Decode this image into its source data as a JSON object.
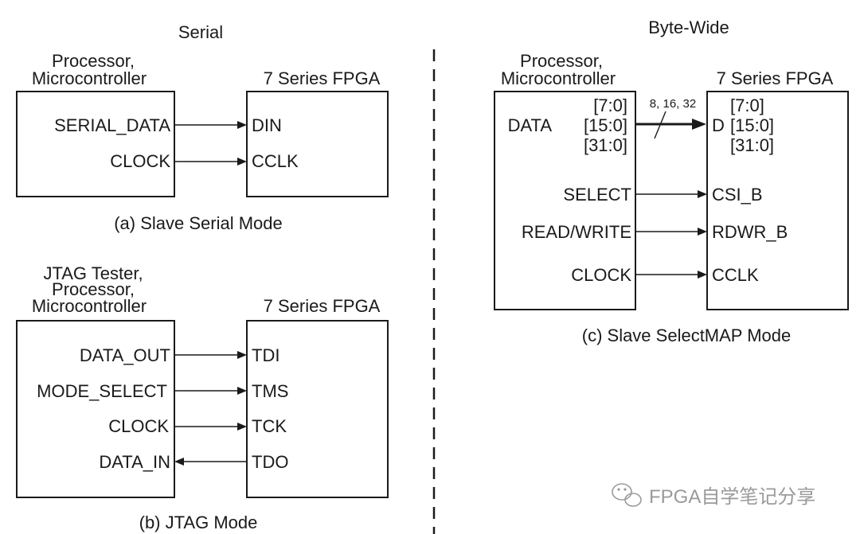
{
  "headings": {
    "serial": "Serial",
    "byte_wide": "Byte-Wide"
  },
  "panel_a": {
    "host": [
      "Processor,",
      "Microcontroller"
    ],
    "fpga": "7 Series FPGA",
    "host_pins": [
      "SERIAL_DATA",
      "CLOCK"
    ],
    "fpga_pins": [
      "DIN",
      "CCLK"
    ],
    "caption": "(a) Slave Serial Mode"
  },
  "panel_b": {
    "host": [
      "JTAG Tester,",
      "Processor,",
      "Microcontroller"
    ],
    "fpga": "7 Series FPGA",
    "host_pins": [
      "DATA_OUT",
      "MODE_SELECT",
      "CLOCK",
      "DATA_IN"
    ],
    "fpga_pins": [
      "TDI",
      "TMS",
      "TCK",
      "TDO"
    ],
    "caption": "(b) JTAG Mode"
  },
  "panel_c": {
    "host": [
      "Processor,",
      "Microcontroller"
    ],
    "fpga": "7 Series FPGA",
    "data_label": "DATA",
    "data_widths": [
      "[7:0]",
      "[15:0]",
      "[31:0]"
    ],
    "bus_width_note": "8, 16, 32",
    "fpga_data_label": "D",
    "fpga_data_widths": [
      "[7:0]",
      "[15:0]",
      "[31:0]"
    ],
    "host_pins": [
      "SELECT",
      "READ/WRITE",
      "CLOCK"
    ],
    "fpga_pins": [
      "CSI_B",
      "RDWR_B",
      "CCLK"
    ],
    "caption": "(c) Slave SelectMAP Mode"
  },
  "watermark": {
    "text": "FPGA自学笔记分享",
    "icon": "wechat-icon"
  }
}
